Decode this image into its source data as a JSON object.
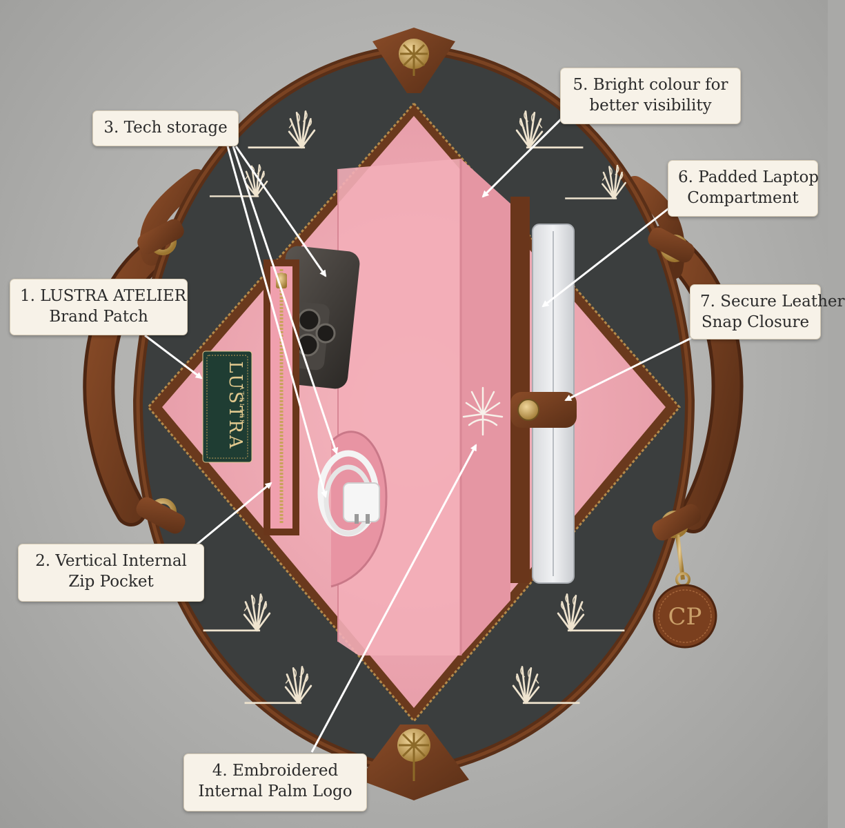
{
  "labels": {
    "brand_patch": {
      "number": "1.",
      "line1": "1.  LUSTRA ATELIER",
      "line2": "Brand Patch"
    },
    "zip_pocket": {
      "line1": "2.  Vertical Internal",
      "line2": "Zip Pocket"
    },
    "tech_storage": {
      "line1": "3.  Tech storage"
    },
    "palm_logo": {
      "line1": "4.  Embroidered",
      "line2": "Internal Palm Logo"
    },
    "bright_colour": {
      "line1": "5.  Bright colour for",
      "line2": "better visibility"
    },
    "laptop": {
      "line1": "6.  Padded Laptop",
      "line2": "Compartment"
    },
    "snap_closure": {
      "line1": "7.  Secure Leather",
      "line2": "Snap Closure"
    }
  },
  "patch": {
    "brand": "LUSTRA",
    "sub": "ATELIER"
  },
  "tag": {
    "monogram": "CP"
  },
  "colors": {
    "background": "#b3b3b1",
    "canvas": "#3d3f3f",
    "leather": "#6b3a1f",
    "lining": "#f2a8b2",
    "patch": "#1f3d33",
    "brass": "#c9a35b",
    "label_bg": "#f7f2e8"
  },
  "icons": [
    "palm-tree-icon",
    "palm-burst-icon",
    "snap-button-icon"
  ]
}
